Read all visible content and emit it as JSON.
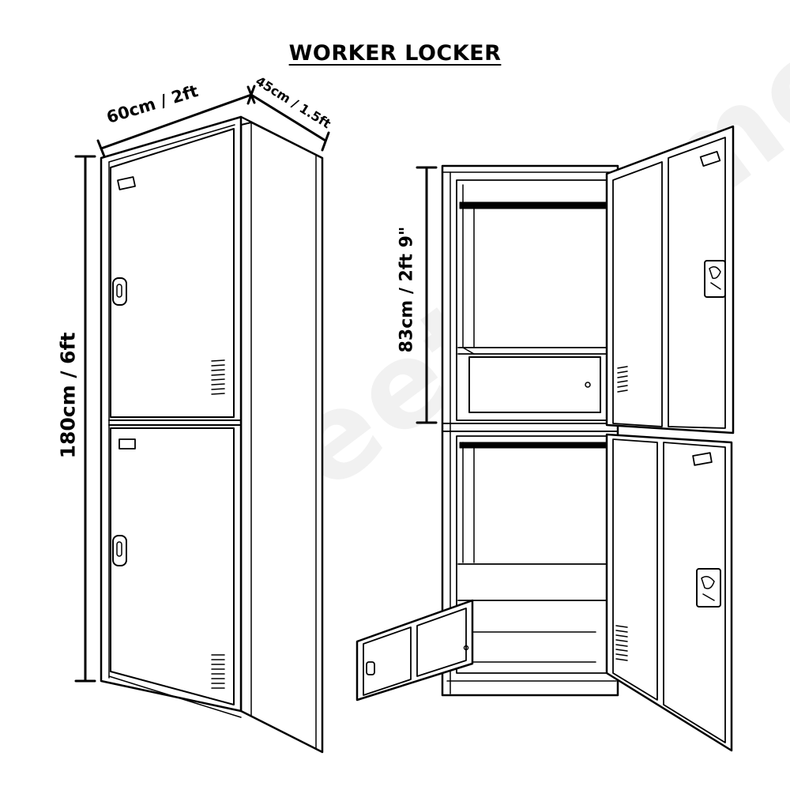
{
  "title": "WORKER LOCKER",
  "dimensions": {
    "width": "60cm / 2ft",
    "depth": "45cm / 1.5ft",
    "height": "180cm / 6ft",
    "compartment_height": "83cm / 2ft 9\""
  },
  "watermark": "Sweet Home",
  "colors": {
    "line": "#000000",
    "background": "#ffffff",
    "watermark": "#f2f2f2"
  }
}
